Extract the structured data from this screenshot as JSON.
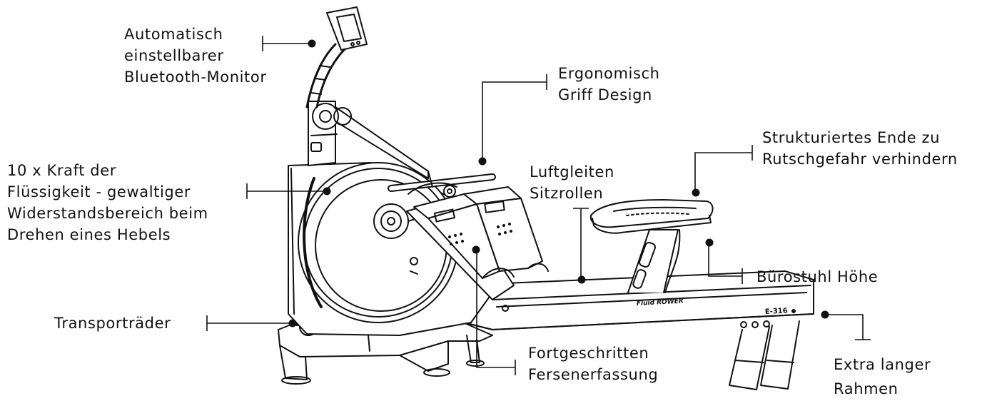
{
  "title": "",
  "labels": {
    "monitor": [
      "Automatisch",
      "einstellbarer",
      "Bluetooth-Monitor"
    ],
    "handle": [
      "Ergonomisch",
      "Griff Design"
    ],
    "seat_end": [
      "Strukturiertes Ende zu",
      "Rutschgefahr verhindern"
    ],
    "force": [
      "10 x Kraft der",
      "Flüssigkeit - gewaltiger",
      "Widerstandsbereich beim",
      "Drehen eines Hebels"
    ],
    "glide": [
      "Luftgleiten",
      "Sitzrollen"
    ],
    "seat_height": [
      "Bürostuhl Höhe"
    ],
    "wheels": [
      "Transporträder"
    ],
    "heel": [
      "Fortgeschritten",
      "Fersenerfassung"
    ],
    "frame": [
      "Extra langer",
      "Rahmen"
    ]
  },
  "branding": {
    "model": "E-316",
    "brand": "Fluid ROWER"
  },
  "colors": {
    "ink": "#111111",
    "background": "#ffffff"
  }
}
